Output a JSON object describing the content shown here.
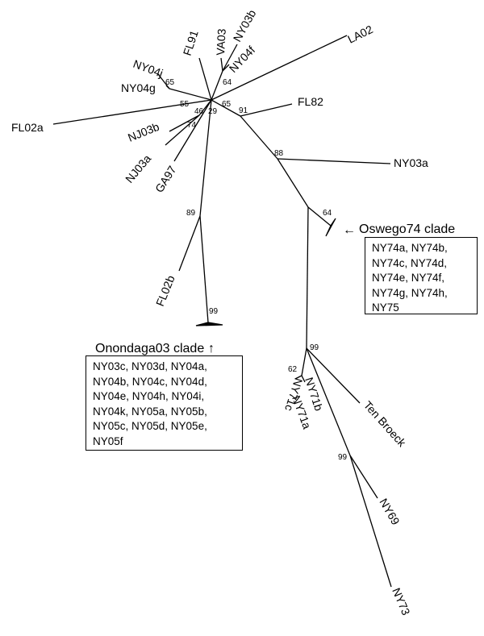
{
  "clades": {
    "oswego": {
      "title": "Oswego74 clade",
      "arrow": "←",
      "members": [
        "NY74a, NY74b,",
        "NY74c, NY74d,",
        "NY74e, NY74f,",
        "NY74g, NY74h,",
        "NY75"
      ]
    },
    "onondaga": {
      "title": "Onondaga03 clade",
      "arrow": "↑",
      "members": [
        "NY03c, NY03d, NY04a,",
        "NY04b, NY04c, NY04d,",
        "NY04e, NY04h, NY04i,",
        "NY04k, NY05a, NY05b,",
        "NY05c, NY05d, NY05e,",
        "NY05f"
      ]
    }
  },
  "leaves": {
    "FL02a": "FL02a",
    "NY04j": "NY04j",
    "NY04g": "NY04g",
    "FL91": "FL91",
    "VA03": "VA03",
    "NY03b": "NY03b",
    "NY04f": "NY04f",
    "LA02": "LA02",
    "FL82": "FL82",
    "NJ03b": "NJ03b",
    "NJ03a": "NJ03a",
    "GA97": "GA97",
    "FL02b": "FL02b",
    "NY03a": "NY03a",
    "NY71b": "NY71b",
    "NY71c": "NY71c",
    "NY71a": "NY71a",
    "TenBroeck": "Ten Broeck",
    "NY69": "NY69",
    "NY73": "NY73"
  },
  "bootstrap": {
    "b65a": "65",
    "b55": "55",
    "b64a": "64",
    "b65b": "65",
    "b91": "91",
    "b46": "46",
    "b29": "29",
    "b74": "74",
    "b88": "88",
    "b64b": "64",
    "b89": "89",
    "b99a": "99",
    "b99b": "99",
    "b62": "62",
    "b99c": "99"
  }
}
